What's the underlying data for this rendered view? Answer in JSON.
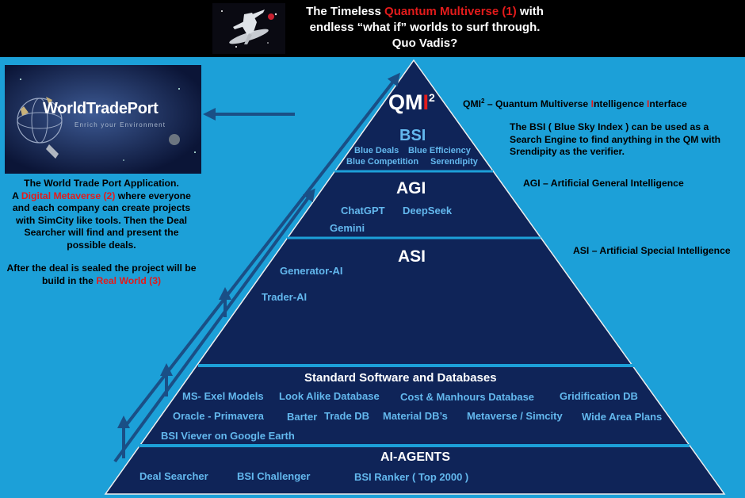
{
  "header": {
    "title_pre": "The Timeless ",
    "title_red": "Quantum Multiverse (1)",
    "title_post": " with",
    "title_line2": "endless “what if” worlds to surf through.",
    "title_line3": "Quo Vadis?"
  },
  "logo": {
    "name": "WorldTradePort",
    "tagline": "Enrich your Environment"
  },
  "left_text": {
    "p1_a": "The World Trade Port Application.",
    "p1_b_pre": "A ",
    "p1_b_red": "Digital Metaverse (2)",
    "p1_b_post": " where everyone and each company can create projects with SimCity like tools. Then the Deal Searcher will find and present the possible deals.",
    "p2_pre": "After the deal is sealed the project will be build in the ",
    "p2_red": "Real World (3)"
  },
  "pyramid": {
    "qmi": {
      "main": "QM",
      "red": "I",
      "sup": "2"
    },
    "bsi": {
      "title": "BSI",
      "items": [
        "Blue Deals",
        "Blue Efficiency",
        "Blue Competition",
        "Serendipity"
      ]
    },
    "agi": {
      "title": "AGI",
      "items": [
        "ChatGPT",
        "DeepSeek",
        "Gemini"
      ]
    },
    "asi": {
      "title": "ASI",
      "items": [
        "Generator-AI",
        "Trader-AI"
      ]
    },
    "software": {
      "title": "Standard Software and Databases",
      "items": [
        "MS- Exel Models",
        "Look Alike Database",
        "Cost & Manhours Database",
        "Gridification DB",
        "Oracle - Primavera",
        "Barter",
        "Trade DB",
        "Material DB’s",
        "Metaverse / Simcity",
        "Wide Area Plans",
        "BSI Viever on Google Earth"
      ]
    },
    "agents": {
      "title": "AI-AGENTS",
      "items": [
        "Deal Searcher",
        "BSI Challenger",
        "BSI Ranker ( Top 2000 )"
      ]
    }
  },
  "right_labels": {
    "qmi_pre": "QMI",
    "qmi_sup": "2",
    "qmi_mid": " – Quantum Multiverse ",
    "qmi_i1": "I",
    "qmi_ntel": "ntelligence ",
    "qmi_i2": "I",
    "qmi_end": "nterface",
    "bsi": "The BSI ( Blue Sky Index ) can be used as a Search Engine to find anything in the QM with Srendipity as the verifier.",
    "agi": "AGI – Artificial General Intelligence",
    "asi": "ASI – Artificial Special Intelligence"
  },
  "colors": {
    "background": "#1ca0d8",
    "pyramid": "#0f2458",
    "item_text": "#63b8ee",
    "accent_red": "#e31b1b"
  }
}
